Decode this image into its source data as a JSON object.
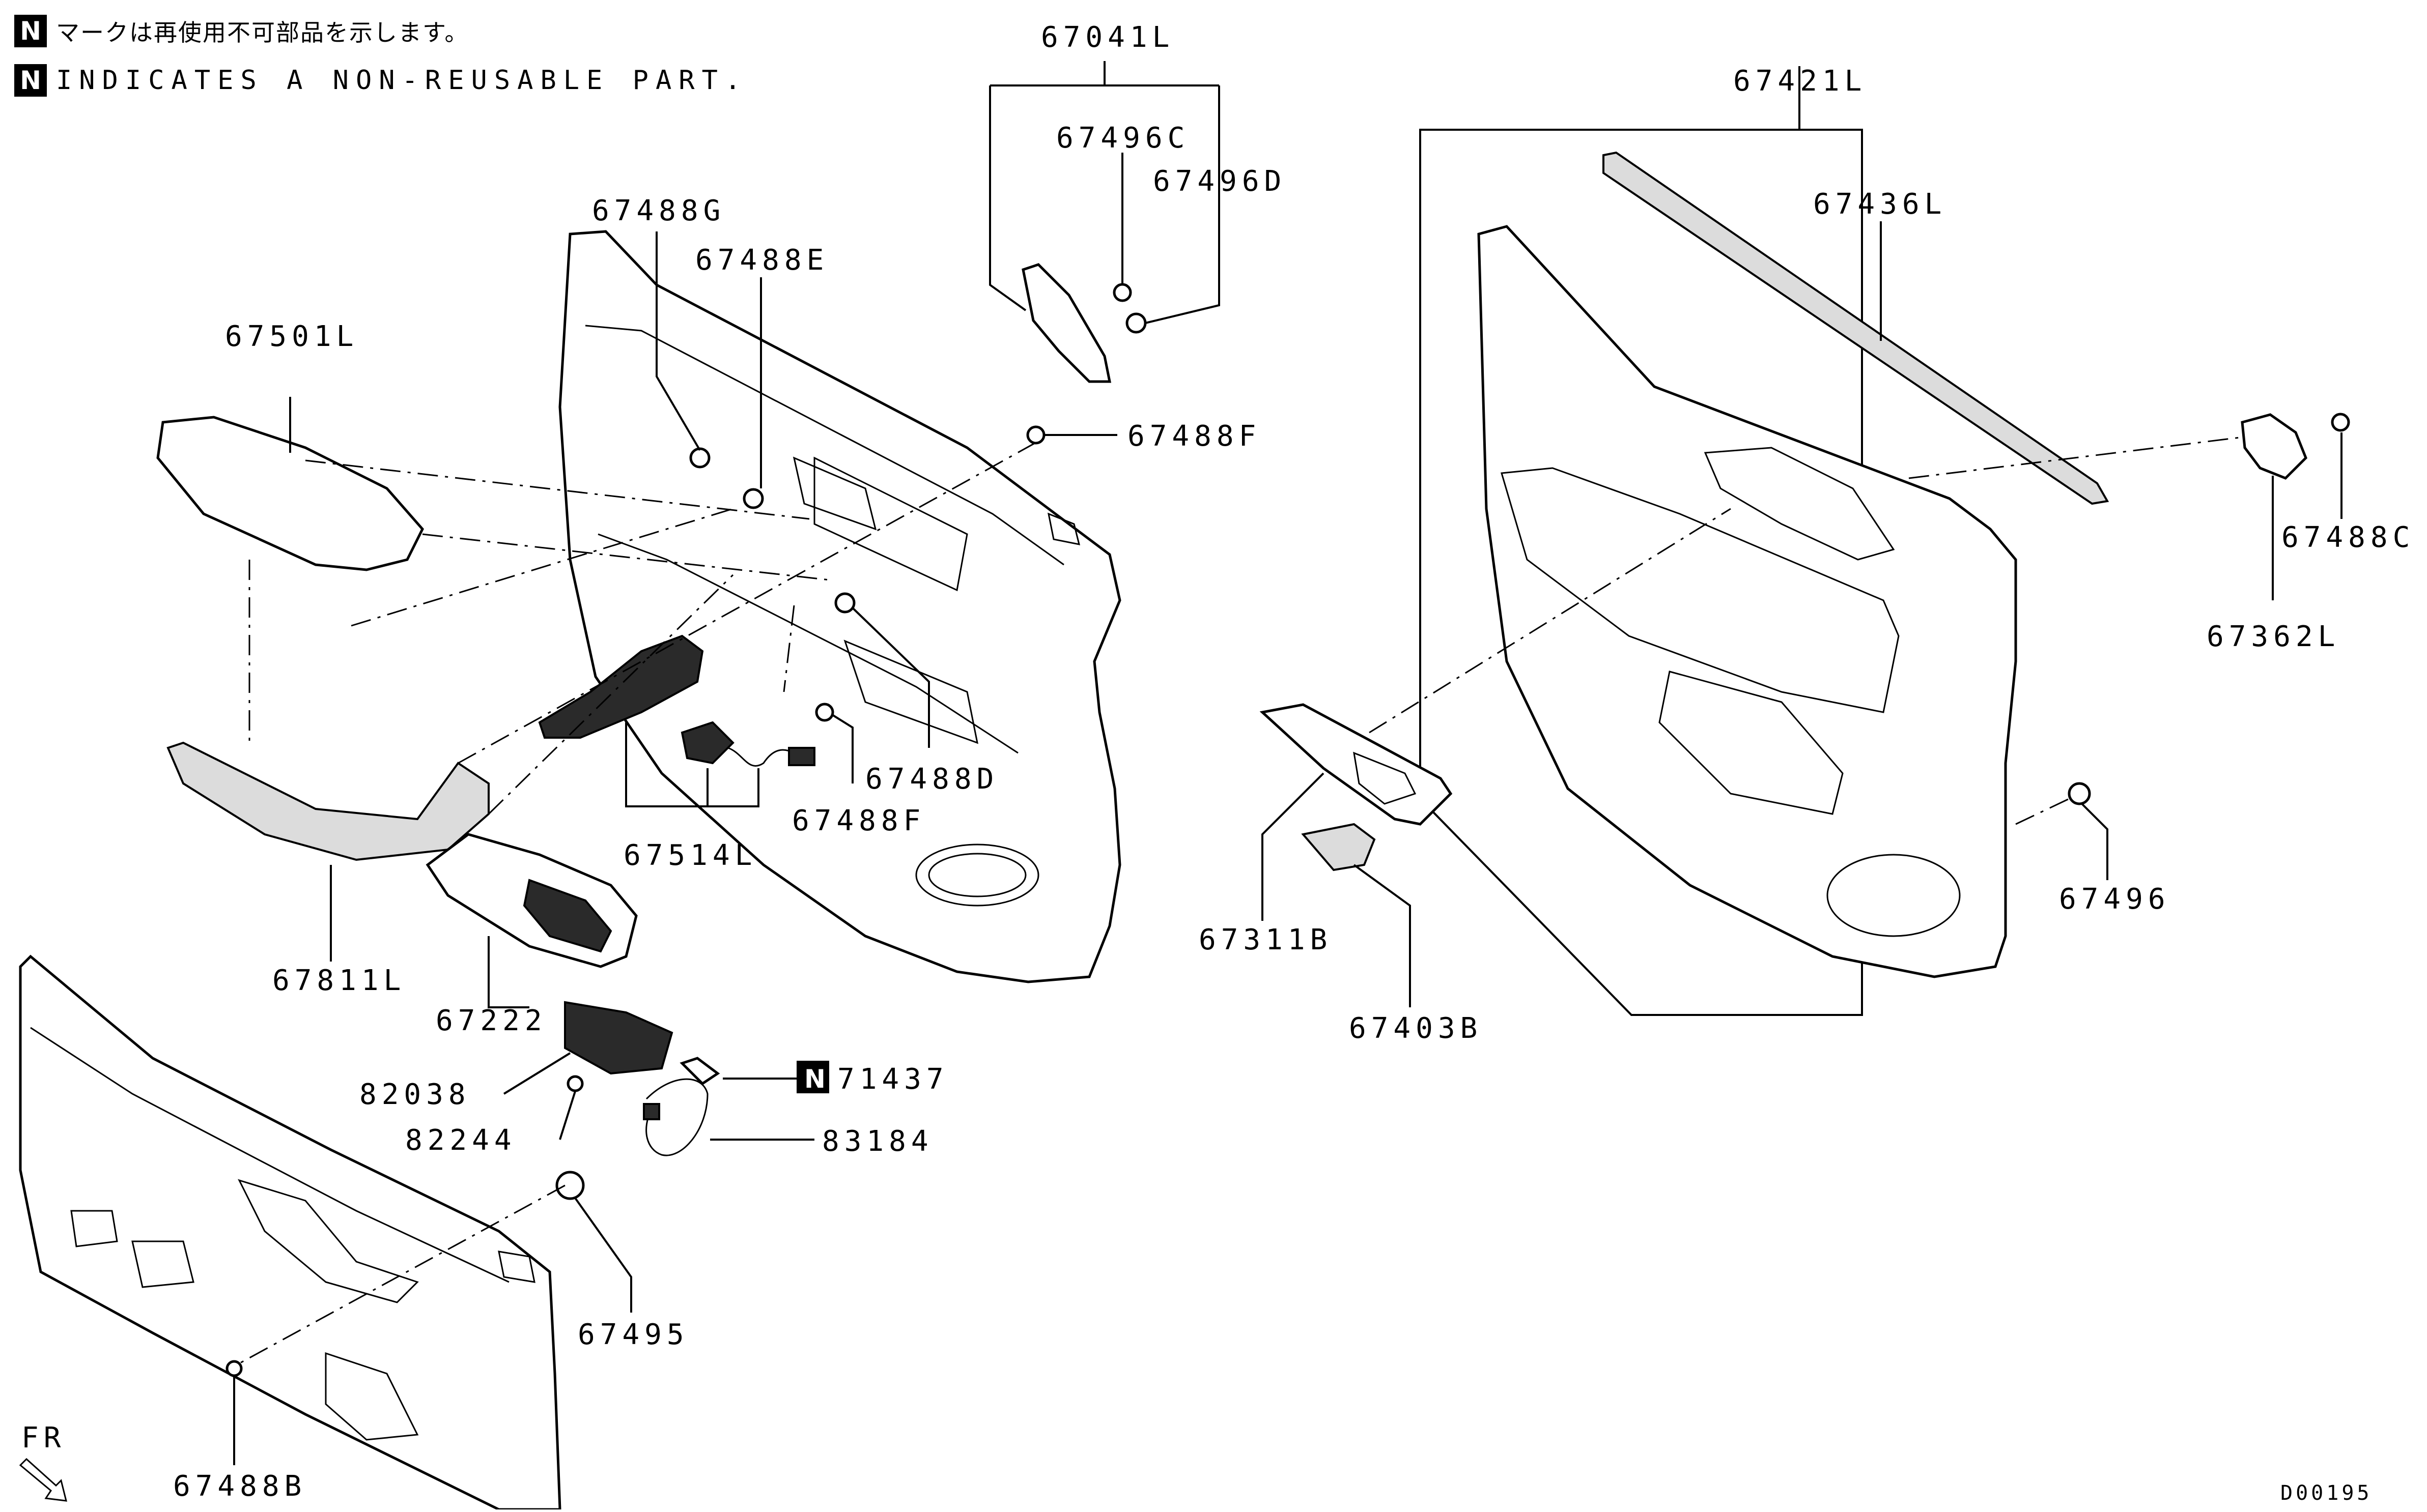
{
  "notice": {
    "n_symbol": "N",
    "japanese": "マークは再使用不可部品を示します。",
    "english": "INDICATES A NON-REUSABLE PART."
  },
  "diagram_code": "D00195",
  "direction_label": "FR",
  "parts": {
    "p67041L": "67041L",
    "p67496C": "67496C",
    "p67496D": "67496D",
    "p67488G": "67488G",
    "p67488E": "67488E",
    "p67501L": "67501L",
    "p67488F_top": "67488F",
    "p67488D": "67488D",
    "p67488F_low": "67488F",
    "p67514L": "67514L",
    "p67811L": "67811L",
    "p67222": "67222",
    "p82038": "82038",
    "p82244": "82244",
    "p71437": "71437",
    "p83184": "83184",
    "p67495": "67495",
    "p67488B": "67488B",
    "p67421L": "67421L",
    "p67436L": "67436L",
    "p67488C": "67488C",
    "p67362L": "67362L",
    "p67311B": "67311B",
    "p67403B": "67403B",
    "p67496": "67496"
  }
}
